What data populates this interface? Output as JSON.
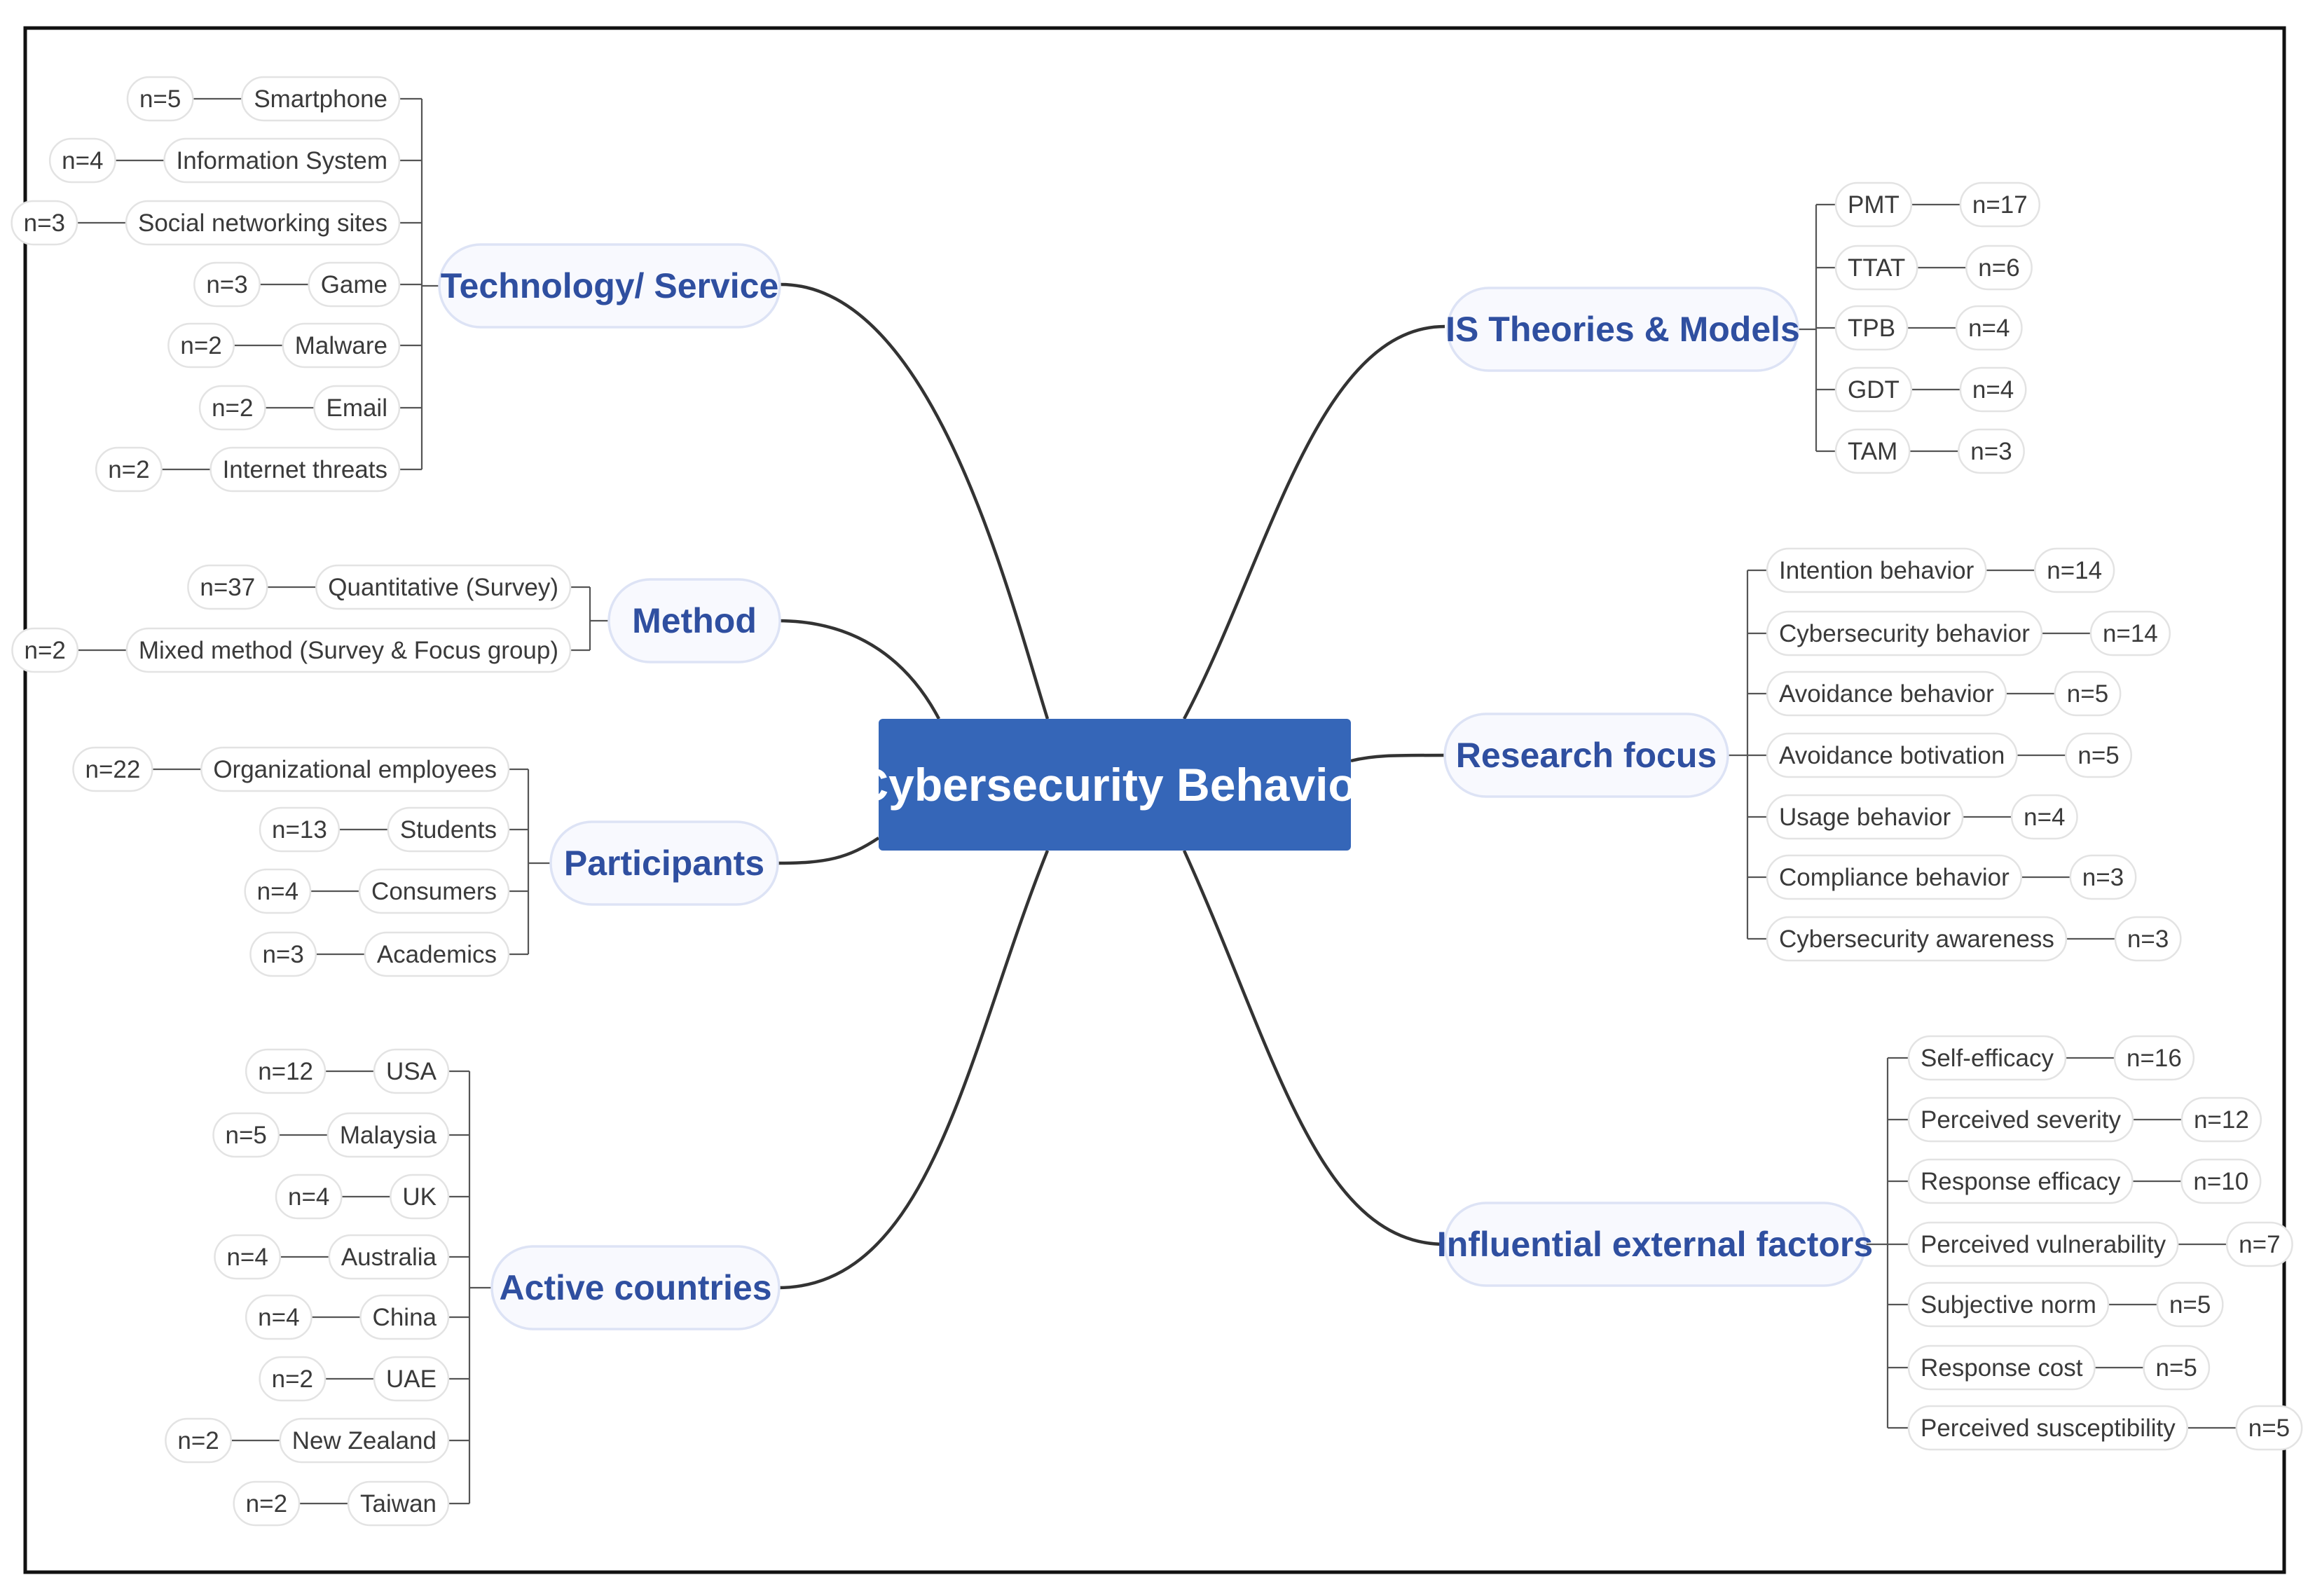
{
  "center": {
    "label": "Cybersecurity Behavior"
  },
  "colors": {
    "accent": "#3566b8",
    "branch_text": "#2f4fa0"
  },
  "branches": {
    "technology": {
      "label": "Technology/ Service",
      "items": [
        {
          "label": "Smartphone",
          "count": "n=5"
        },
        {
          "label": "Information System",
          "count": "n=4"
        },
        {
          "label": "Social networking sites",
          "count": "n=3"
        },
        {
          "label": "Game",
          "count": "n=3"
        },
        {
          "label": "Malware",
          "count": "n=2"
        },
        {
          "label": "Email",
          "count": "n=2"
        },
        {
          "label": "Internet threats",
          "count": "n=2"
        }
      ]
    },
    "method": {
      "label": "Method",
      "items": [
        {
          "label": "Quantitative (Survey)",
          "count": "n=37"
        },
        {
          "label": "Mixed method (Survey & Focus group)",
          "count": "n=2"
        }
      ]
    },
    "participants": {
      "label": "Participants",
      "items": [
        {
          "label": "Organizational employees",
          "count": "n=22"
        },
        {
          "label": "Students",
          "count": "n=13"
        },
        {
          "label": "Consumers",
          "count": "n=4"
        },
        {
          "label": "Academics",
          "count": "n=3"
        }
      ]
    },
    "countries": {
      "label": "Active countries",
      "items": [
        {
          "label": "USA",
          "count": "n=12"
        },
        {
          "label": "Malaysia",
          "count": "n=5"
        },
        {
          "label": "UK",
          "count": "n=4"
        },
        {
          "label": "Australia",
          "count": "n=4"
        },
        {
          "label": "China",
          "count": "n=4"
        },
        {
          "label": "UAE",
          "count": "n=2"
        },
        {
          "label": "New Zealand",
          "count": "n=2"
        },
        {
          "label": "Taiwan",
          "count": "n=2"
        }
      ]
    },
    "theories": {
      "label": "IS Theories & Models",
      "items": [
        {
          "label": "PMT",
          "count": "n=17"
        },
        {
          "label": "TTAT",
          "count": "n=6"
        },
        {
          "label": "TPB",
          "count": "n=4"
        },
        {
          "label": "GDT",
          "count": "n=4"
        },
        {
          "label": "TAM",
          "count": "n=3"
        }
      ]
    },
    "research": {
      "label": "Research focus",
      "items": [
        {
          "label": "Intention behavior",
          "count": "n=14"
        },
        {
          "label": "Cybersecurity behavior",
          "count": "n=14"
        },
        {
          "label": "Avoidance behavior",
          "count": "n=5"
        },
        {
          "label": "Avoidance botivation",
          "count": "n=5"
        },
        {
          "label": "Usage behavior",
          "count": "n=4"
        },
        {
          "label": "Compliance behavior",
          "count": "n=3"
        },
        {
          "label": "Cybersecurity awareness",
          "count": "n=3"
        }
      ]
    },
    "factors": {
      "label": "Influential external factors",
      "items": [
        {
          "label": "Self-efficacy",
          "count": "n=16"
        },
        {
          "label": "Perceived severity",
          "count": "n=12"
        },
        {
          "label": "Response efficacy",
          "count": "n=10"
        },
        {
          "label": "Perceived vulnerability",
          "count": "n=7"
        },
        {
          "label": "Subjective norm",
          "count": "n=5"
        },
        {
          "label": "Response cost",
          "count": "n=5"
        },
        {
          "label": "Perceived susceptibility",
          "count": "n=5"
        }
      ]
    }
  }
}
